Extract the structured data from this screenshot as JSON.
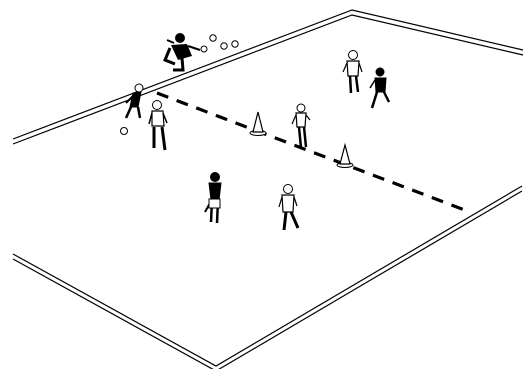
{
  "diagram": {
    "type": "soccer-drill",
    "field": {
      "line_color": "#000000",
      "background": "#ffffff"
    },
    "elements": {
      "coach": {
        "role": "server",
        "ball_supply": 4
      },
      "cones": 2,
      "dashed_center_line": true,
      "team_dark": {
        "color": "#000000",
        "players": 4
      },
      "team_light": {
        "color": "#ffffff",
        "players": 4
      },
      "loose_balls": 1
    }
  }
}
